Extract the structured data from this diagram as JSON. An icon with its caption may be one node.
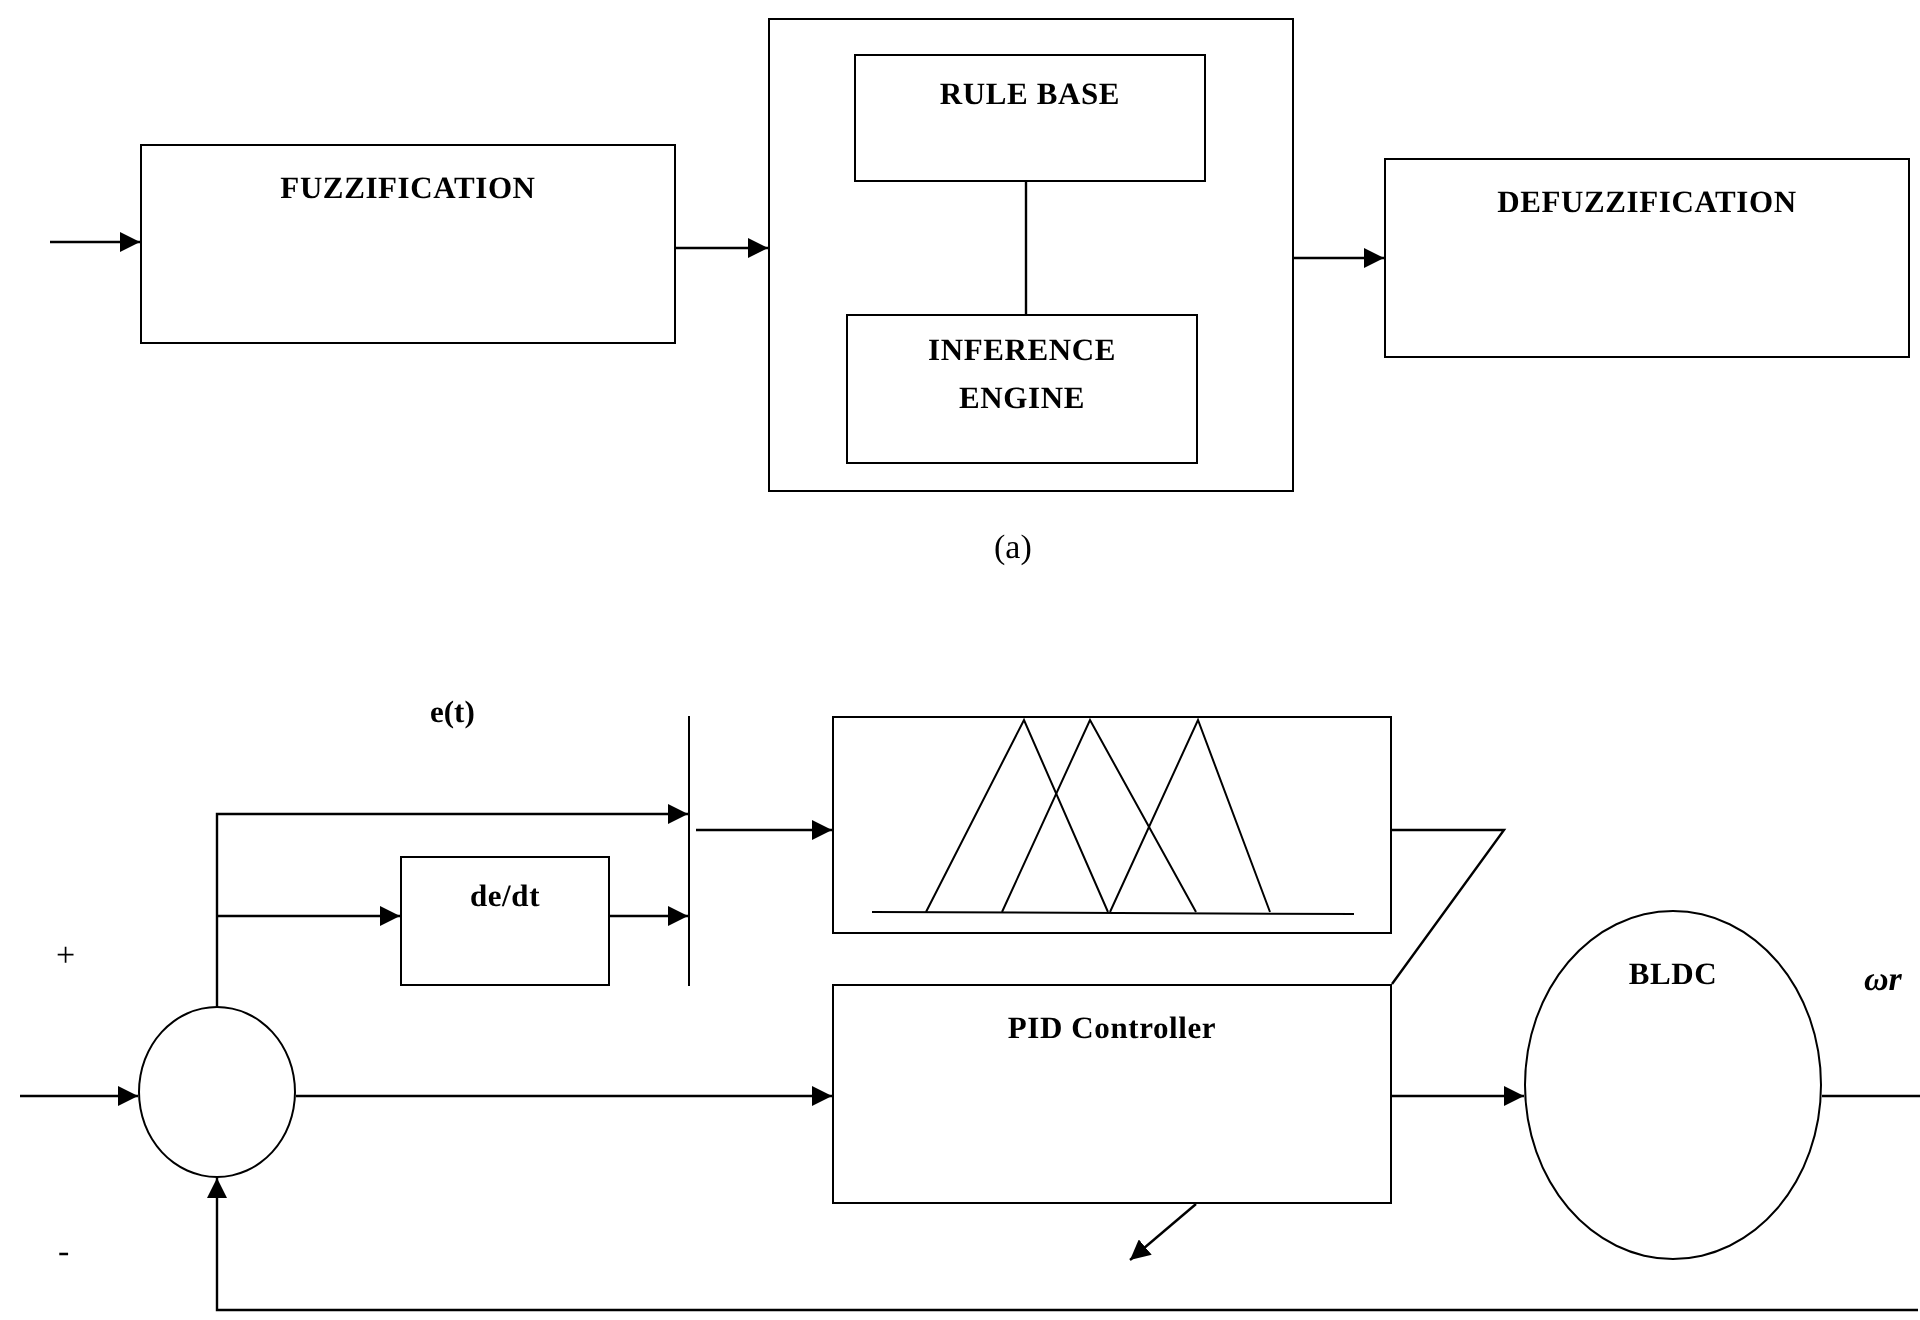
{
  "diagram": {
    "nodes": [
      {
        "text": [
          "FUZZIFICATION"
        ]
      },
      {
        "text": [],
        "shape": "box"
      },
      {
        "text": [
          "RULE BASE"
        ],
        "in": 1
      },
      {
        "text": [
          "INFERENCE ENGINE"
        ],
        "in": 1
      },
      {
        "text": [
          "DEFUZZIFICATION"
        ]
      },
      {
        "text": [],
        "shape": "circle"
      },
      {
        "text": [
          "de/dt"
        ]
      },
      {
        "text": [],
        "shape": "bar"
      },
      {
        "text": [],
        "shape": "picture"
      },
      {
        "text": [
          "PID Controller"
        ]
      },
      {
        "text": [
          "BLDC"
        ]
      }
    ],
    "edges": [
      {
        "from": null,
        "to": 0,
        "arrow": "to"
      },
      {
        "from": 0,
        "to": 1,
        "arrow": "to"
      },
      {
        "from": 2,
        "to": 3,
        "arrow": "none"
      },
      {
        "from": 1,
        "to": 4,
        "arrow": "to"
      },
      {
        "from": null,
        "to": 5,
        "arrow": "to"
      },
      {
        "from": 5,
        "to": 7,
        "arrow": "to"
      },
      {
        "from": 5,
        "to": 6,
        "arrow": "to"
      },
      {
        "from": 6,
        "to": 7,
        "arrow": "to"
      },
      {
        "from": 7,
        "to": 8,
        "arrow": "to"
      },
      {
        "from": 5,
        "to": 9,
        "arrow": "to"
      },
      {
        "from": 8,
        "to": 9,
        "arrow": "none"
      },
      {
        "from": 9,
        "to": 10,
        "arrow": "to"
      },
      {
        "from": 10,
        "to": null,
        "arrow": "none"
      },
      {
        "from": null,
        "to": 5,
        "arrow": "to"
      },
      {
        "from": 9,
        "to": null,
        "arrow": "to"
      }
    ],
    "labels": [
      "(a)",
      "e(t)",
      "+",
      "-",
      "ωr"
    ]
  }
}
